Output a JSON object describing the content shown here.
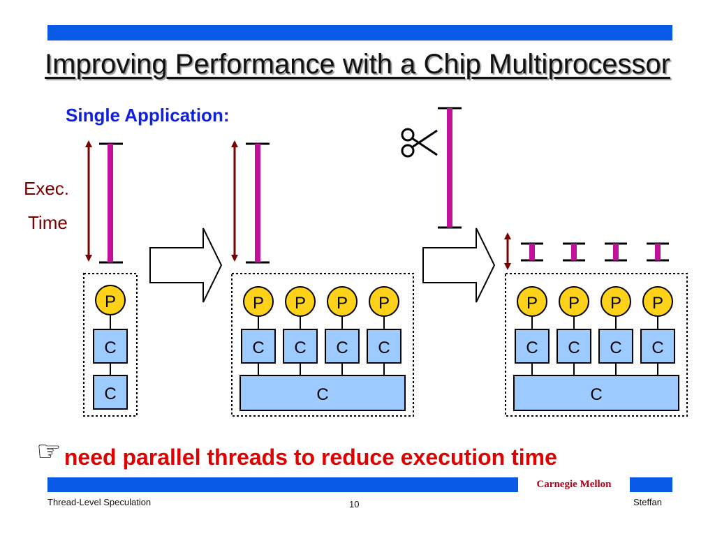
{
  "slide": {
    "title": "Improving Performance with a Chip Multiprocessor",
    "subtitle": "Single Application:",
    "exec_label_line1": "Exec.",
    "exec_label_line2": "Time",
    "note": "need parallel threads to reduce execution time",
    "icons": [
      "scissors-icon",
      "pointing-hand-icon",
      "right-arrow-icon"
    ],
    "colors": {
      "accent_bar": "#0a5ae8",
      "exec_bar": "#c2129a",
      "processor": "#ffd21a",
      "cache": "#9ecbff",
      "note": "#e00000",
      "subtitle": "#1020e0"
    }
  },
  "diagram": {
    "processor_label": "P",
    "cache_label": "C",
    "shared_cache_label": "C"
  },
  "footer": {
    "left": "Thread-Level Speculation",
    "page": "10",
    "right": "Steffan",
    "brand": "Carnegie Mellon"
  }
}
